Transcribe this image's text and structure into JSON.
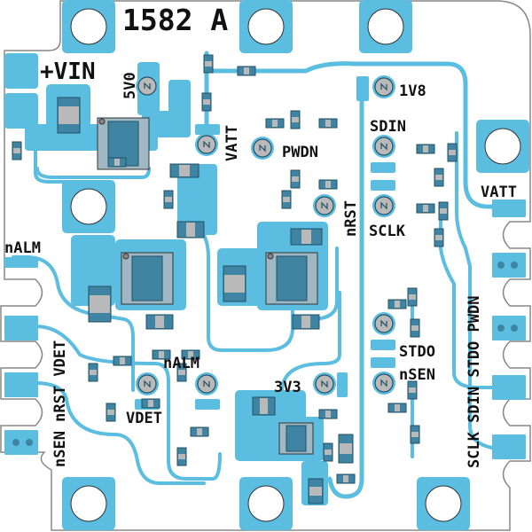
{
  "board": {
    "title": "1582 A",
    "colors": {
      "copper": "#5bbde0",
      "component": "#3f85a3",
      "silk": "#111111",
      "testpoint": "#b9b9b9",
      "outline": "#888888"
    }
  },
  "labels": {
    "vin": "+VIN",
    "v5": "5V0",
    "vatt_top": "VATT",
    "pwdn": "PWDN",
    "nrst": "nRST",
    "v18": "1V8",
    "sdin": "SDIN",
    "sclk": "SCLK",
    "vatt_right": "VATT",
    "nalm_left": "nALM",
    "left_edge": "nSEN nRST VDET",
    "nalm": "nALM",
    "vdet": "VDET",
    "v33": "3V3",
    "stdo": "STDO",
    "nsen": "nSEN",
    "right_edge": "SCLK SDIN STDO PWDN"
  }
}
